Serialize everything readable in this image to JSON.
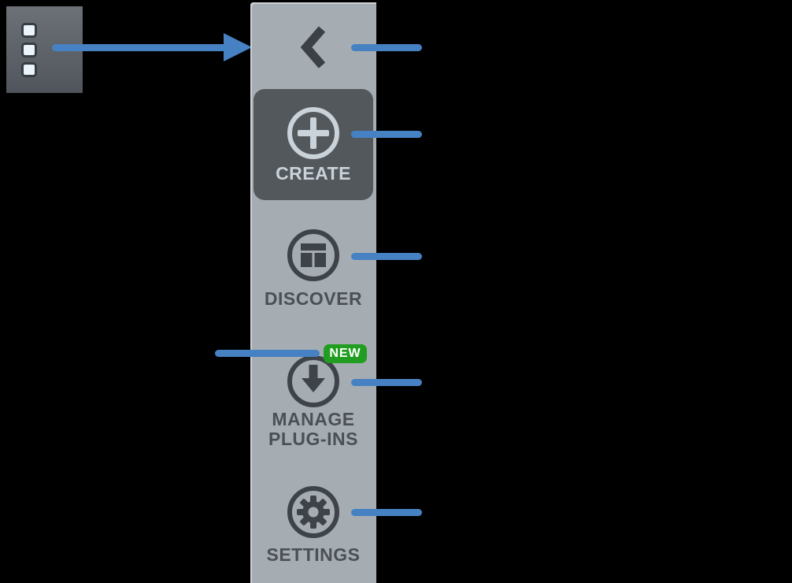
{
  "colors": {
    "background": "#000000",
    "accent_blue": "#4681c4",
    "badge_green": "#219e21",
    "sidebar_gray": "#a6adb2",
    "active_item_dark": "#53585d",
    "icon_dark": "#3d4348",
    "icon_light": "#c9d3d9"
  },
  "collapsed_sidebar_preview": {
    "menu_square_count": 3
  },
  "sidebar": {
    "collapse_button": {
      "icon": "chevron-left-icon"
    },
    "items": [
      {
        "id": "create",
        "label": "CREATE",
        "icon": "plus-circle-icon",
        "active": true
      },
      {
        "id": "discover",
        "label": "DISCOVER",
        "icon": "layout-circle-icon",
        "active": false
      },
      {
        "id": "manage-plugins",
        "label_line1": "MANAGE",
        "label_line2": "PLUG-INS",
        "icon": "download-circle-icon",
        "badge": "NEW",
        "active": false
      },
      {
        "id": "settings",
        "label": "SETTINGS",
        "icon": "gear-circle-icon",
        "active": false
      }
    ]
  },
  "annotations": {
    "right_callout_count": 5,
    "left_callout_count": 1,
    "arrow_count": 1
  }
}
